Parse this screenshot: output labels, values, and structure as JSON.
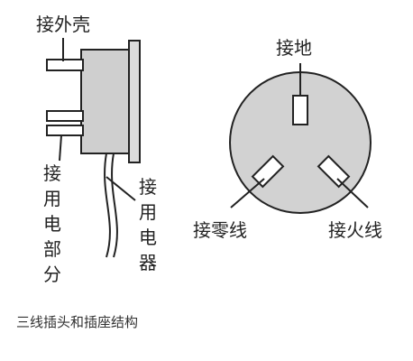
{
  "plug": {
    "label_shell": "接外壳",
    "label_appliance_chars": [
      "接",
      "用",
      "电",
      "部",
      "分"
    ],
    "label_appliance2_chars": [
      "接",
      "用",
      "电",
      "器"
    ]
  },
  "socket": {
    "label_ground": "接地",
    "label_neutral": "接零线",
    "label_live": "接火线"
  },
  "caption": "三线插头和插座结构"
}
